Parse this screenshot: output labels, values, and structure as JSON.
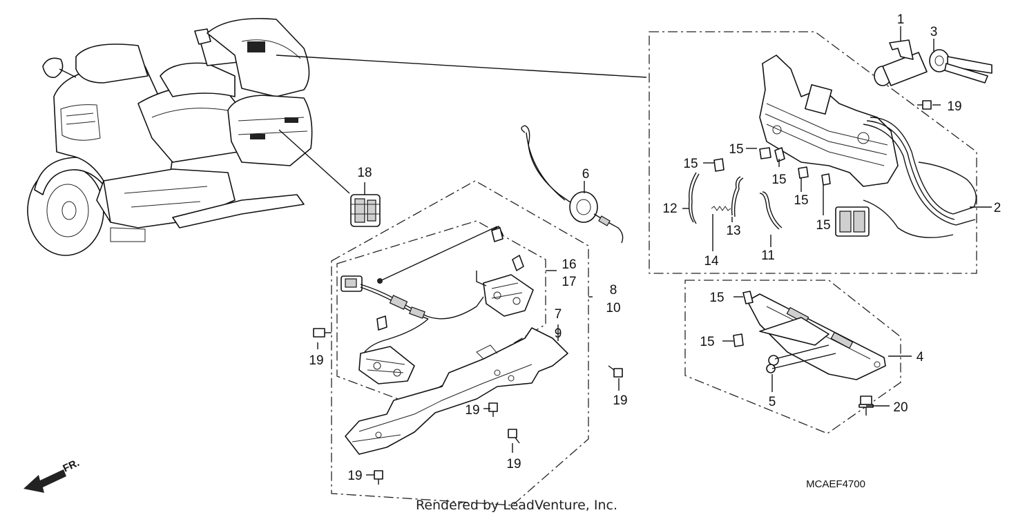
{
  "diagram": {
    "drawing_code": "MCAEF4700",
    "credit": "Rendered by LeadVenture, Inc.",
    "direction_label": "FR.",
    "callouts": [
      {
        "id": "c1",
        "text": "1"
      },
      {
        "id": "c2",
        "text": "2"
      },
      {
        "id": "c3",
        "text": "3"
      },
      {
        "id": "c4",
        "text": "4"
      },
      {
        "id": "c5",
        "text": "5"
      },
      {
        "id": "c6",
        "text": "6"
      },
      {
        "id": "c7",
        "text": "7"
      },
      {
        "id": "c8",
        "text": "8"
      },
      {
        "id": "c9",
        "text": "9"
      },
      {
        "id": "c10",
        "text": "10"
      },
      {
        "id": "c11",
        "text": "11"
      },
      {
        "id": "c12",
        "text": "12"
      },
      {
        "id": "c13",
        "text": "13"
      },
      {
        "id": "c14",
        "text": "14"
      },
      {
        "id": "c15a",
        "text": "15"
      },
      {
        "id": "c15b",
        "text": "15"
      },
      {
        "id": "c15c",
        "text": "15"
      },
      {
        "id": "c15d",
        "text": "15"
      },
      {
        "id": "c15e",
        "text": "15"
      },
      {
        "id": "c15f",
        "text": "15"
      },
      {
        "id": "c15g",
        "text": "15"
      },
      {
        "id": "c16",
        "text": "16"
      },
      {
        "id": "c17",
        "text": "17"
      },
      {
        "id": "c18",
        "text": "18"
      },
      {
        "id": "c19a",
        "text": "19"
      },
      {
        "id": "c19b",
        "text": "19"
      },
      {
        "id": "c19c",
        "text": "19"
      },
      {
        "id": "c19d",
        "text": "19"
      },
      {
        "id": "c19e",
        "text": "19"
      },
      {
        "id": "c19f",
        "text": "19"
      },
      {
        "id": "c20",
        "text": "20"
      }
    ]
  }
}
